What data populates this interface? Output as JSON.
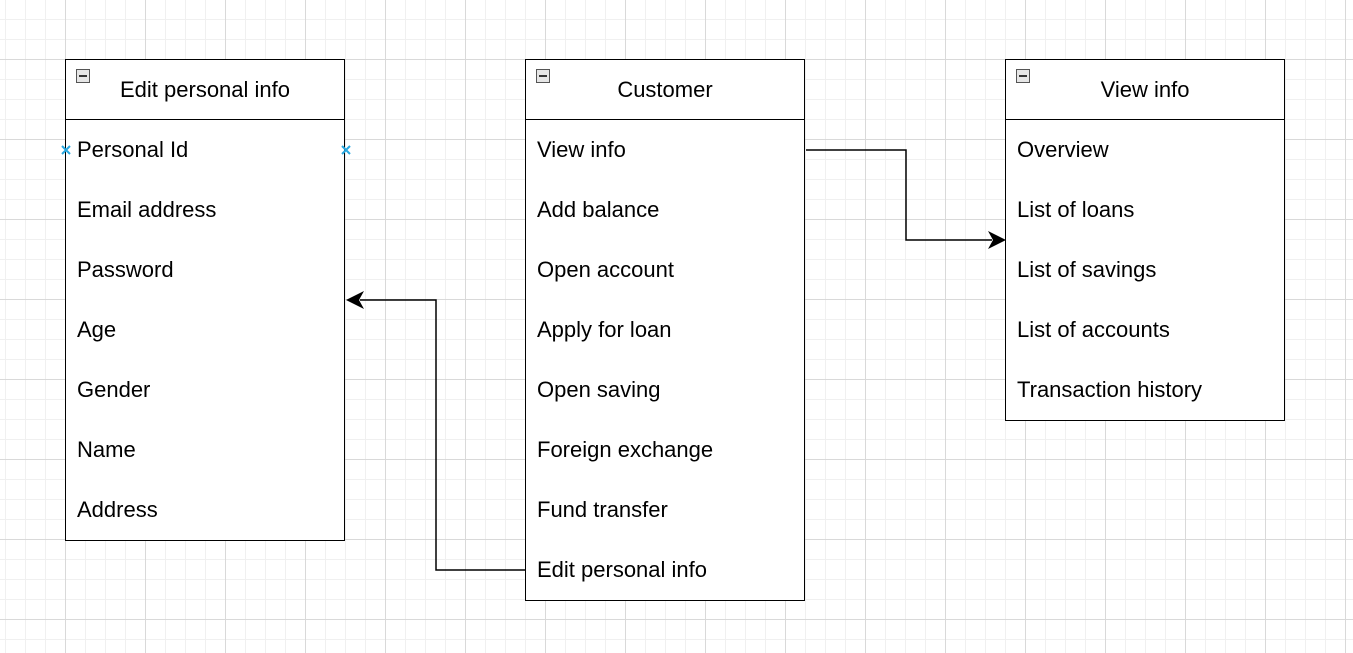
{
  "tables": {
    "edit_personal_info": {
      "title": "Edit personal info",
      "rows": [
        "Personal Id",
        "Email address",
        "Password",
        "Age",
        "Gender",
        "Name",
        "Address"
      ]
    },
    "customer": {
      "title": "Customer",
      "rows": [
        "View info",
        "Add balance",
        "Open account",
        "Apply for loan",
        "Open saving",
        "Foreign exchange",
        "Fund transfer",
        "Edit personal info"
      ]
    },
    "view_info": {
      "title": "View info",
      "rows": [
        "Overview",
        "List of loans",
        "List of savings",
        "List of accounts",
        "Transaction history"
      ]
    }
  },
  "icons": {
    "collapse": "collapse-icon",
    "connection_point": "connection-point-icon",
    "arrowhead": "arrowhead-icon"
  },
  "colors": {
    "border": "#000000",
    "connection_point": "#29a8e0",
    "grid_major": "#d9d9d9",
    "grid_minor": "#f0f0f0"
  }
}
